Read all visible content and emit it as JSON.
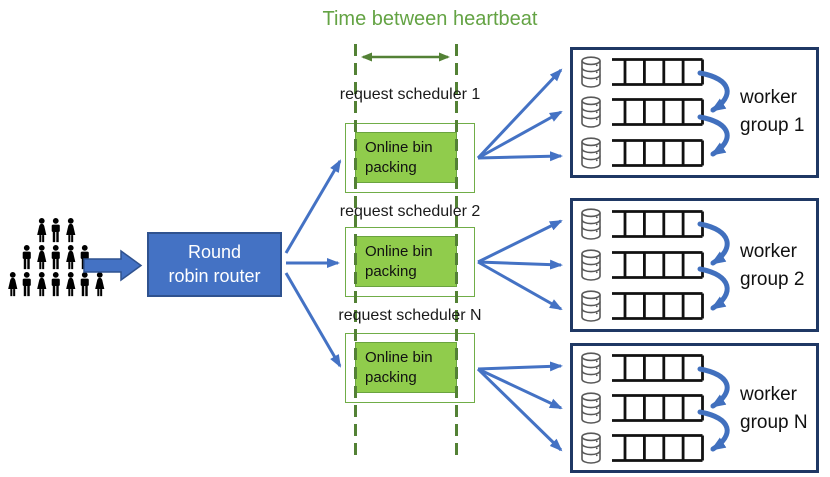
{
  "title": "Time between heartbeat",
  "crowd": {
    "rows": [
      3,
      5,
      7
    ],
    "icon": "crowd-of-users"
  },
  "router": {
    "line1": "Round",
    "line2": "robin router"
  },
  "schedulers": [
    {
      "label": "request scheduler 1",
      "box": {
        "line1": "Online bin",
        "line2": "packing"
      }
    },
    {
      "label": "request scheduler 2",
      "box": {
        "line1": "Online bin",
        "line2": "packing"
      }
    },
    {
      "label": "request scheduler N",
      "box": {
        "line1": "Online bin",
        "line2": "packing"
      }
    }
  ],
  "worker_groups": [
    {
      "line1": "worker",
      "line2": "group 1",
      "workers": 3
    },
    {
      "line1": "worker",
      "line2": "group 2",
      "workers": 3
    },
    {
      "line1": "worker",
      "line2": "group N",
      "workers": 3
    }
  ],
  "icons": {
    "database": "database-cylinder",
    "queue": "task-queue",
    "heartbeat_span": "double-headed-arrow",
    "rotation": "curved-worker-arrow"
  },
  "colors": {
    "title_green": "#64A344",
    "dash_green": "#538135",
    "box_border_green": "#70AD47",
    "bin_fill_green": "#90CC4C",
    "arrow_blue": "#4472C4",
    "router_border_blue": "#2F528F",
    "worker_border_navy": "#1F3864"
  }
}
